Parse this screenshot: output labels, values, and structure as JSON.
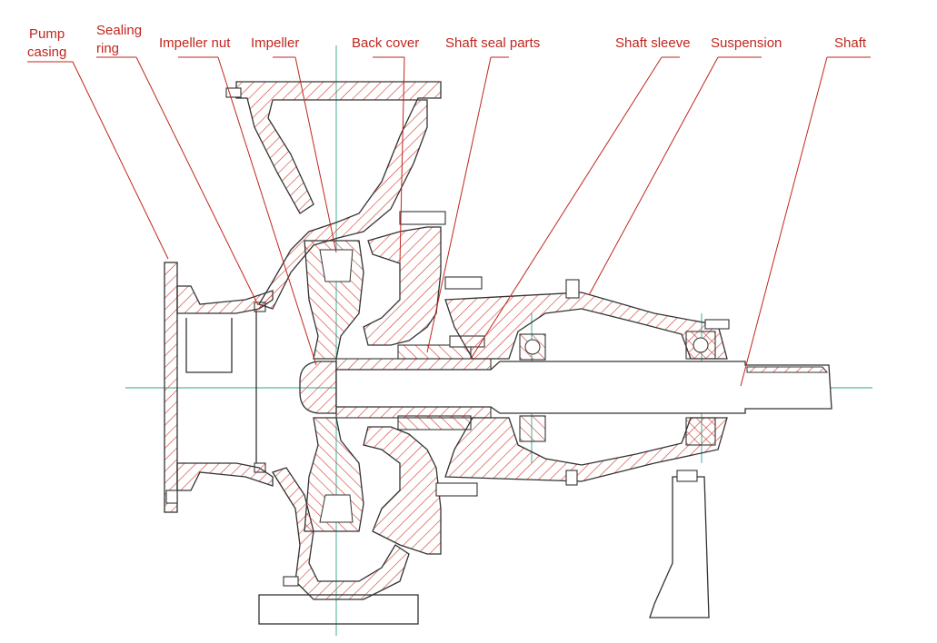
{
  "diagram": {
    "labels": {
      "pump_casing_1": "Pump",
      "pump_casing_2": "casing",
      "sealing_ring_1": "Sealing",
      "sealing_ring_2": "ring",
      "impeller_nut": "Impeller nut",
      "impeller": "Impeller",
      "back_cover": "Back cover",
      "shaft_seal_parts": "Shaft seal parts",
      "shaft_sleeve": "Shaft sleeve",
      "suspension": "Suspension",
      "shaft": "Shaft"
    },
    "colors": {
      "label_red": "#c0261d",
      "hatch_red": "#d2453a",
      "outline": "#333333",
      "centerline_green": "#2fa58a",
      "background": "#ffffff"
    }
  }
}
